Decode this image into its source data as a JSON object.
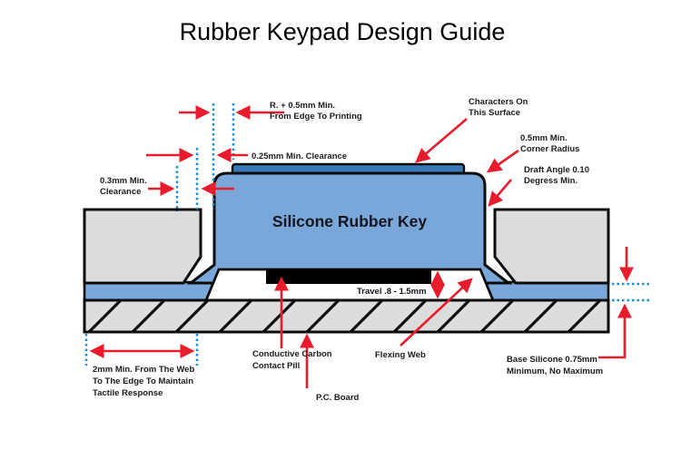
{
  "title": "Rubber Keypad Design Guide",
  "diagram": {
    "key_label": "Silicone Rubber Key",
    "annotations": {
      "edge_to_printing": {
        "line1": "R. + 0.5mm Min.",
        "line2": "From Edge To Printing"
      },
      "clearance_025": "0.25mm Min. Clearance",
      "clearance_03": {
        "line1": "0.3mm Min.",
        "line2": "Clearance"
      },
      "characters": {
        "line1": "Characters On",
        "line2": "This Surface"
      },
      "corner_radius": {
        "line1": "0.5mm Min.",
        "line2": "Corner Radius"
      },
      "draft_angle": {
        "line1": "Draft Angle 0.10",
        "line2": "Degress Min."
      },
      "travel": "Travel .8 - 1.5mm",
      "web_margin": {
        "line1": "2mm Min. From The Web",
        "line2": "To The Edge To Maintain",
        "line3": "Tactile Response"
      },
      "contact_pill": {
        "line1": "Conductive Carbon",
        "line2": "Contact Pill"
      },
      "pc_board": "P.C. Board",
      "flexing_web": "Flexing Web",
      "base_silicone": {
        "line1": "Base Silicone 0.75mm",
        "line2": "Minimum, No Maximum"
      }
    },
    "colors": {
      "key_blue": "#79a7d9",
      "print_blue": "#3878b8",
      "bezel_gray": "#dcdcdc",
      "board_gray": "#dcdcdc",
      "outline_black": "#0b0b0b",
      "arrow_red": "#e81c2c",
      "dimension_blue": "#1b8ed8"
    }
  }
}
